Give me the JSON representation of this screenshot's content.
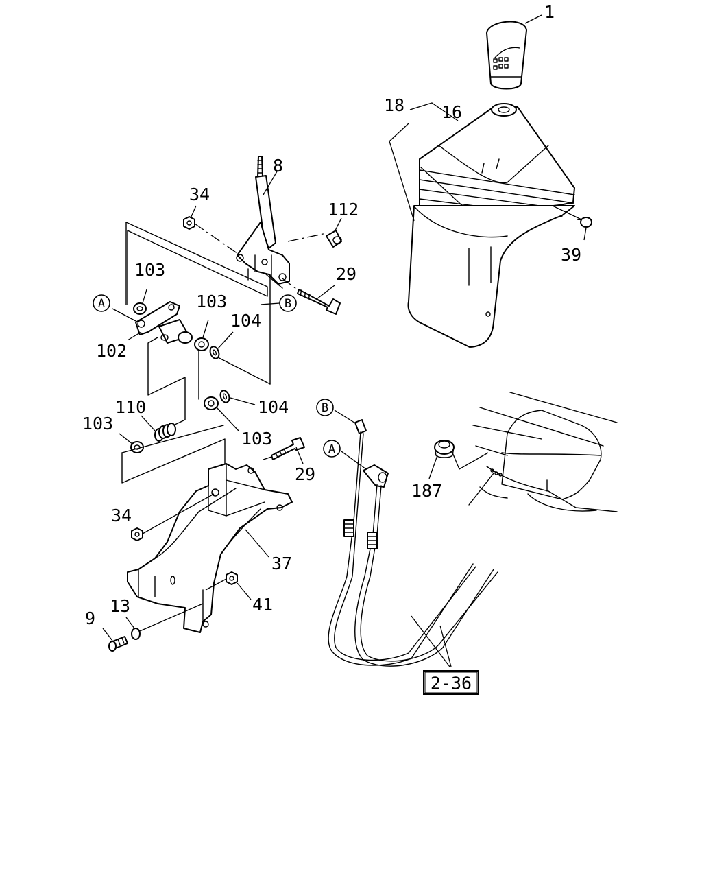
{
  "labels": {
    "p1": "1",
    "p18": "18",
    "p16": "16",
    "p8": "8",
    "p34_top": "34",
    "p112": "112",
    "p39": "39",
    "p29_top": "29",
    "p103_a": "103",
    "p103_b": "103",
    "p104_a": "104",
    "p102": "102",
    "p110": "110",
    "p103_c": "103",
    "p104_b": "104",
    "p103_d": "103",
    "p29_mid": "29",
    "p34_low": "34",
    "p37": "37",
    "p41": "41",
    "p13": "13",
    "p9": "9",
    "p187": "187"
  },
  "callouts": {
    "a_left": "A",
    "b_lever": "B",
    "b_cable": "B",
    "a_cable": "A"
  },
  "reference_box": "2-36"
}
